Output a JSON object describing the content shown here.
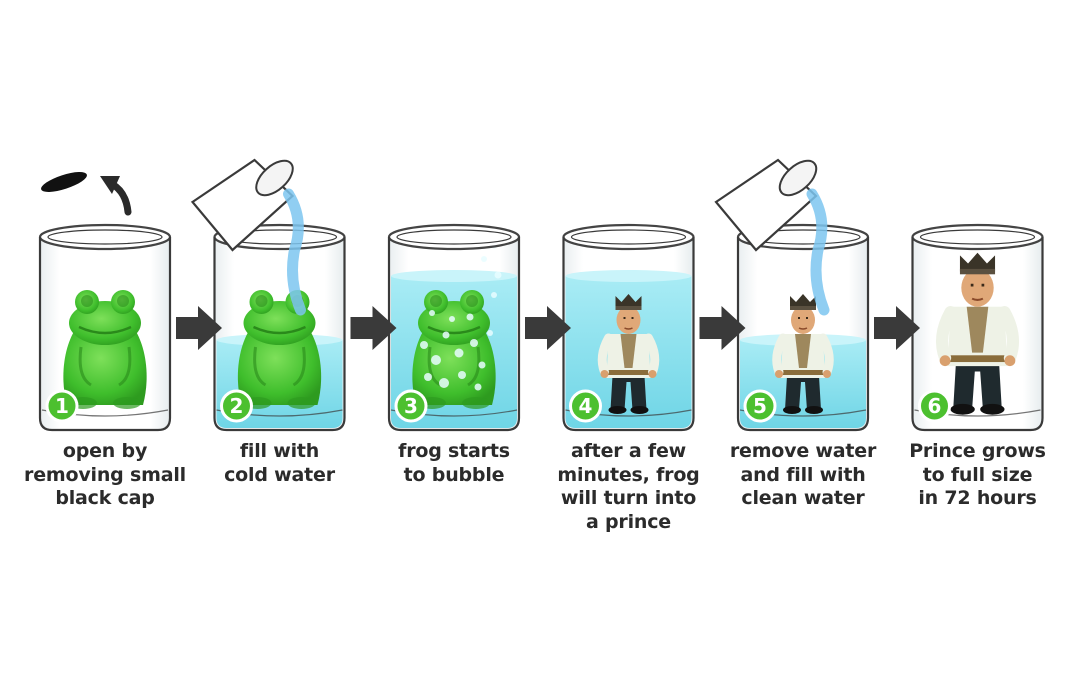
{
  "steps": [
    {
      "number": "1",
      "caption": [
        "open  by",
        "removing small",
        "black cap"
      ],
      "water": "none",
      "figure": "frog"
    },
    {
      "number": "2",
      "caption": [
        "fill with",
        "cold water"
      ],
      "water": "half",
      "figure": "frog",
      "pouring": true
    },
    {
      "number": "3",
      "caption": [
        "frog starts",
        "to bubble"
      ],
      "water": "full",
      "figure": "frog-bubbling"
    },
    {
      "number": "4",
      "caption": [
        "after a few",
        "minutes, frog",
        "will turn into",
        "a prince"
      ],
      "water": "full",
      "figure": "prince"
    },
    {
      "number": "5",
      "caption": [
        "remove water",
        "and fill with",
        "clean water"
      ],
      "water": "half",
      "figure": "prince",
      "pouring": true
    },
    {
      "number": "6",
      "caption": [
        "Prince grows",
        "to full size",
        "in 72 hours"
      ],
      "water": "none",
      "figure": "prince-large"
    }
  ],
  "colors": {
    "frog": "#3fbe2c",
    "frog_dark": "#2e9b1f",
    "water": "#8fe3ef",
    "water_top": "#c9f4fa",
    "pour": "#7cc6f0",
    "arrow": "#3a3a3a",
    "badge": "#4cc02f",
    "jar_outline": "#3a3a3a",
    "text": "#2b2b2b"
  },
  "icons": {
    "cap": "black-cap-icon",
    "lift": "curved-arrow-icon",
    "step_arrow": "right-arrow-icon",
    "pour": "water-pitcher-icon"
  }
}
